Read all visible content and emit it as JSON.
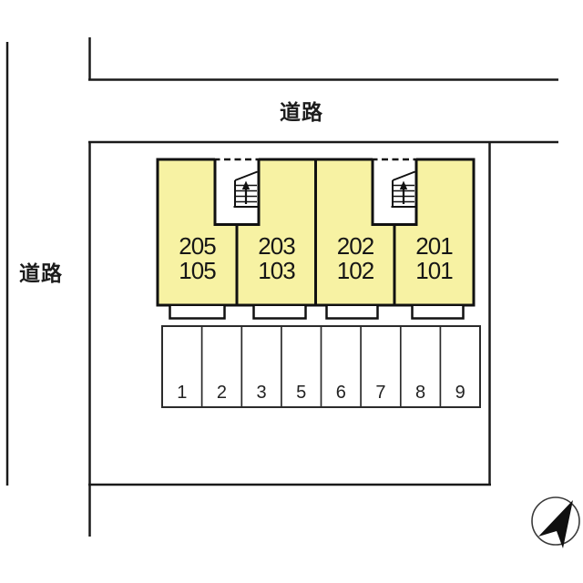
{
  "site": {
    "roads": {
      "top_label": "道路",
      "left_label": "道路"
    },
    "building": {
      "fill_color": "#F7F2A3",
      "line_color": "#1a1a1a",
      "units": [
        {
          "upper": "205",
          "lower": "105"
        },
        {
          "upper": "203",
          "lower": "103"
        },
        {
          "upper": "202",
          "lower": "102"
        },
        {
          "upper": "201",
          "lower": "101"
        }
      ],
      "stairwells": 2
    },
    "parking": {
      "spaces": [
        {
          "label": "1"
        },
        {
          "label": "2"
        },
        {
          "label": "3"
        },
        {
          "label": "5"
        },
        {
          "label": "6"
        },
        {
          "label": "7"
        },
        {
          "label": "8"
        },
        {
          "label": "9"
        }
      ]
    },
    "compass": {
      "icon": "north-arrow"
    }
  }
}
